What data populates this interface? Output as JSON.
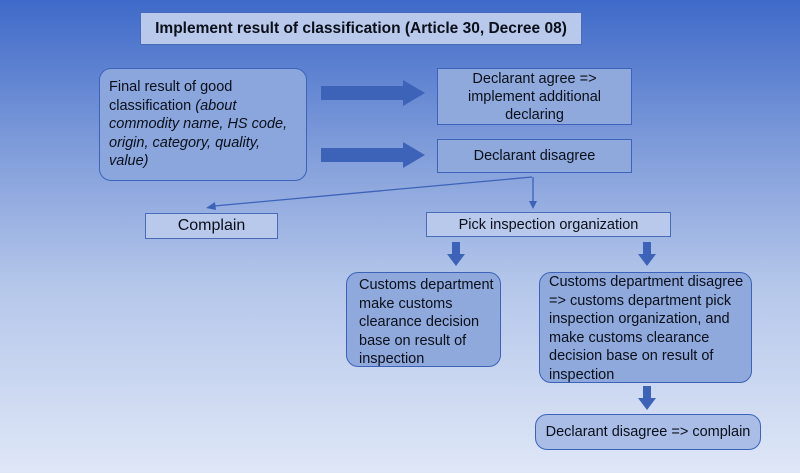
{
  "title": "Implement result of classification (Article 30, Decree 08)",
  "final_result": {
    "text": "Final result of good classification ",
    "note": "(about commodity name, HS code, origin, category, quality, value)"
  },
  "agree": "Declarant agree => implement additional declaring",
  "disagree": "Declarant disagree",
  "complain": "Complain",
  "pick_inspection": "Pick inspection organization",
  "customs_make": "Customs department make customs clearance decision base on result of inspection",
  "customs_disagree": "Customs department disagree => customs department pick inspection organization, and make customs clearance decision base on result of inspection",
  "final_complain": "Declarant disagree => complain",
  "colors": {
    "box_fill": "#8fa9dc",
    "box_border": "#3d63b8",
    "light_box_fill": "#b9c9eb",
    "arrow": "#3d63b8"
  }
}
